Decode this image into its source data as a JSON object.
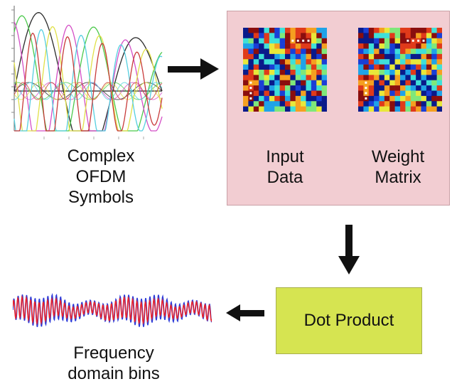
{
  "colors": {
    "panel_pink": "#f2cdd2",
    "panel_green": "#d6e451",
    "arrow": "#111111",
    "signal_red": "#e8222c",
    "signal_blue": "#2d3bd8"
  },
  "ofdm_plot": {
    "caption_lines": [
      "Complex",
      "OFDM",
      "Symbols"
    ],
    "curve_colors": [
      "#2a2a2a",
      "#4cc94c",
      "#d44fc6",
      "#e0e048",
      "#55cfe0",
      "#c83a3a"
    ]
  },
  "matrix_panel": {
    "input_label_lines": [
      "Input",
      "Data"
    ],
    "weight_label_lines": [
      "Weight",
      "Matrix"
    ],
    "heatmap_palette": [
      "#0a1a8a",
      "#1a3fd6",
      "#1fa3e8",
      "#3fe0d8",
      "#7fe87a",
      "#e8e83a",
      "#f5a020",
      "#e03a1a",
      "#8a0e0e"
    ]
  },
  "dot_product": {
    "label": "Dot Product"
  },
  "frequency": {
    "caption_lines": [
      "Frequency",
      "domain bins"
    ]
  },
  "arrows": {
    "ofdm_to_matrix": "right",
    "matrix_to_dot": "down",
    "dot_to_frequency": "left"
  }
}
